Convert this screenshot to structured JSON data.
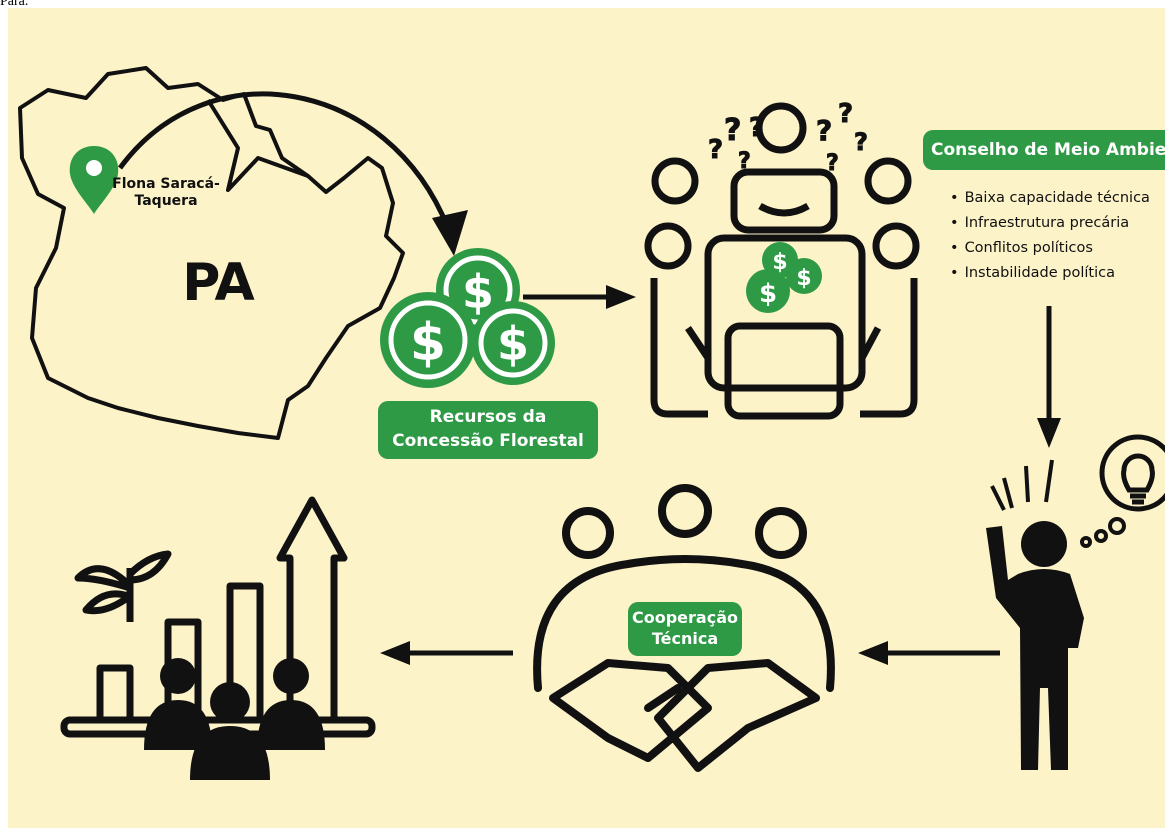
{
  "header": {
    "partial_text": "Pará."
  },
  "map": {
    "place_label": "Flona Saracá-Taquera",
    "state_label": "PA"
  },
  "resources": {
    "label": "Recursos da Concessão Florestal"
  },
  "council": {
    "title": "Conselho de Meio Ambiente",
    "problems": [
      "Baixa capacidade técnica",
      "Infraestrutura precária",
      "Conflitos políticos",
      "Instabilidade política"
    ]
  },
  "cooperation": {
    "label": "Cooperação Técnica"
  },
  "colors": {
    "background": "#fdf3c9",
    "green": "#2e9a45",
    "ink": "#111111"
  },
  "icons": [
    "location-pin-icon",
    "money-coins-icon",
    "meeting-table-icon",
    "question-marks-icon",
    "idea-person-icon",
    "lightbulb-icon",
    "handshake-group-icon",
    "growth-chart-icon"
  ]
}
